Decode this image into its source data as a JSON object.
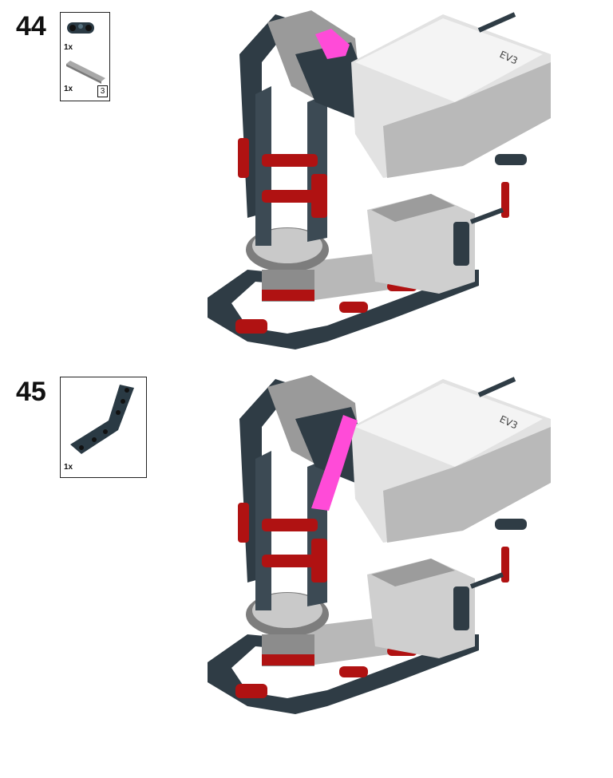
{
  "steps": [
    {
      "number": "44",
      "parts": [
        {
          "name": "connector-peg-block",
          "qty": "1x",
          "color": "#2a3a44"
        },
        {
          "name": "axle",
          "qty": "1x",
          "length": "3",
          "color": "#9a9a9a"
        }
      ]
    },
    {
      "number": "45",
      "parts": [
        {
          "name": "angled-beam",
          "qty": "1x",
          "color": "#2a3a44"
        }
      ]
    }
  ],
  "model": {
    "brand_text": "EV3",
    "highlight_color": "#ff4bd8",
    "dark_beam_color": "#2a3a44",
    "red_part_color": "#b01212",
    "brick_color": "#d8d8d8"
  }
}
